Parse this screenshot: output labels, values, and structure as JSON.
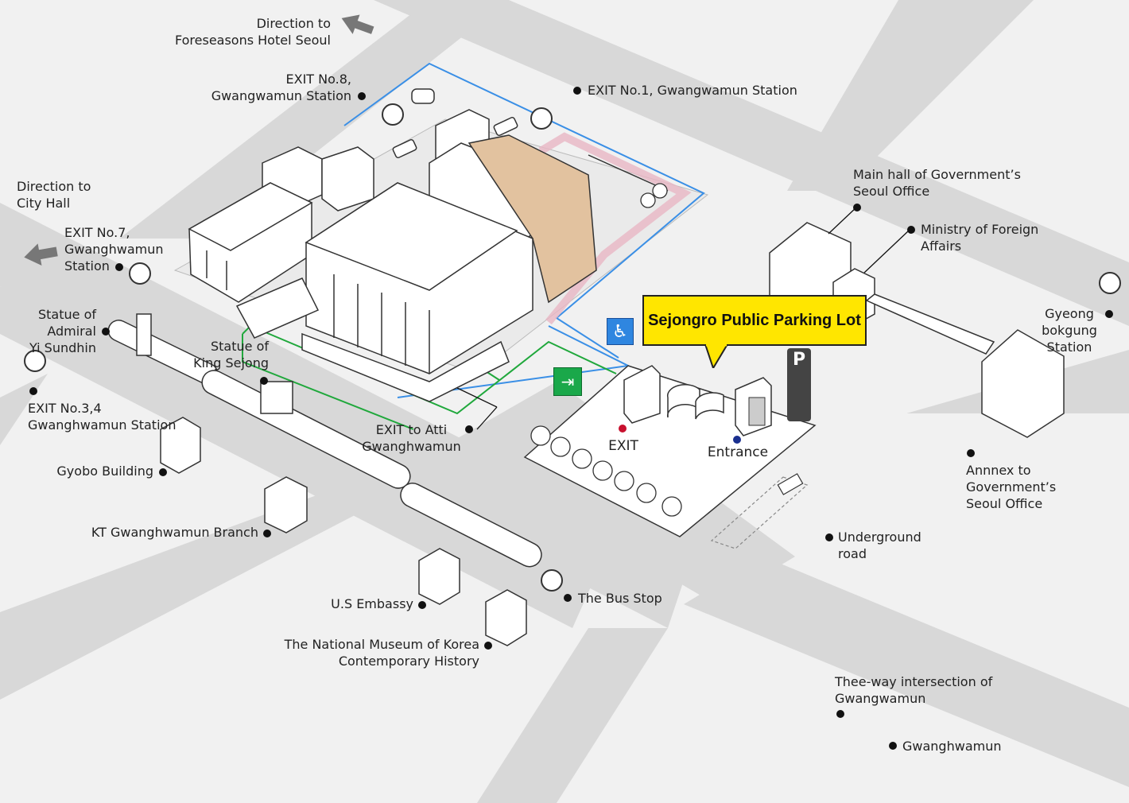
{
  "parking_lot": {
    "name": "Sejongro Public Parking Lot",
    "exit_label": "EXIT",
    "entrance_label": "Entrance",
    "parking_sign": "P",
    "exit_dot_color": "#c8102e",
    "entrance_dot_color": "#1a2f8f"
  },
  "icons": {
    "wheelchair": "wheelchair-icon",
    "emergency_exit": "emergency-exit-icon",
    "bus_stop": "bus-stop-icon",
    "direction_arrow": "direction-arrow-icon",
    "wheelchair_color": "#2f86e0",
    "emergency_exit_color": "#1aa84a"
  },
  "routes": {
    "blue_color": "#3a8fe6",
    "green_color": "#20a83c",
    "pink_color": "#e8b7c4"
  },
  "highlight_building_color": "#e2c29f",
  "landmarks": {
    "foreseasons": "Direction to\nForeseasons Hotel Seoul",
    "exit8": "EXIT No.8,\nGwangwamun Station",
    "exit1": "EXIT No.1, Gwangwamun Station",
    "city_hall": "Direction to\nCity Hall",
    "exit7": "EXIT No.7,\nGwanghwamun\nStation",
    "admiral": "Statue of\nAdmiral\nYi Sundhin",
    "king_sejong": "Statue of\nKing Sejong",
    "exit34": "EXIT No.3,4\nGwanghwamun Station",
    "gyobo": "Gyobo Building",
    "kt": "KT Gwanghwamun Branch",
    "atti": "EXIT to Atti\nGwanghwamun",
    "us_embassy": "U.S Embassy",
    "bus_stop": "The Bus Stop",
    "museum": "The National Museum of Korea\nContemporary History",
    "main_hall": "Main hall of Government’s\nSeoul Office",
    "mofa": "Ministry of Foreign\nAffairs",
    "gyeongbokgung": "Gyeong\nbokgung\nStation",
    "annex": "Annnex to\nGovernment’s\nSeoul Office",
    "underground": "Underground\nroad",
    "three_way": "Thee-way intersection of\nGwangwamun",
    "gwanghwamun": "Gwanghwamun"
  }
}
